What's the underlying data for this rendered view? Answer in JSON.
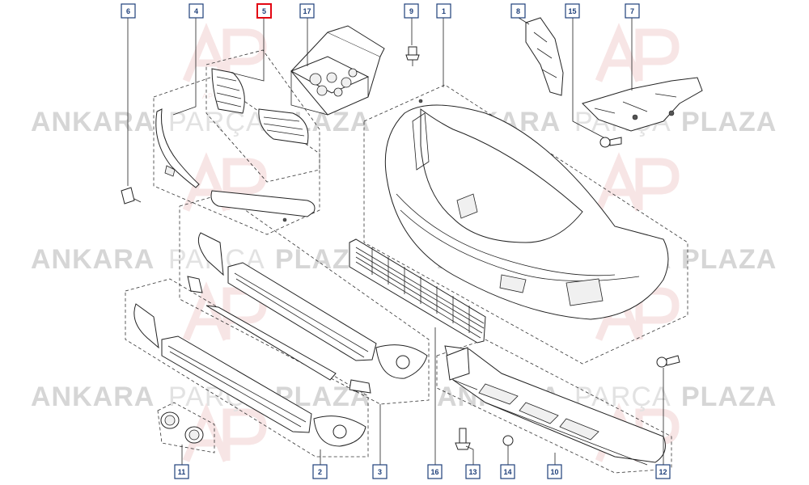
{
  "watermark": {
    "brand_left": "ANKARA",
    "brand_mid": "PARÇA",
    "brand_right": "PLAZA",
    "logo_letters": "AP",
    "logo_color": "#e8b4b4"
  },
  "highlight_color": "#e30613",
  "callout_color": "#1e3f7a",
  "callouts": [
    "6",
    "4",
    "5",
    "17",
    "9",
    "1",
    "8",
    "15",
    "7",
    "11",
    "2",
    "3",
    "16",
    "13",
    "14",
    "10",
    "12"
  ],
  "highlighted": "5"
}
